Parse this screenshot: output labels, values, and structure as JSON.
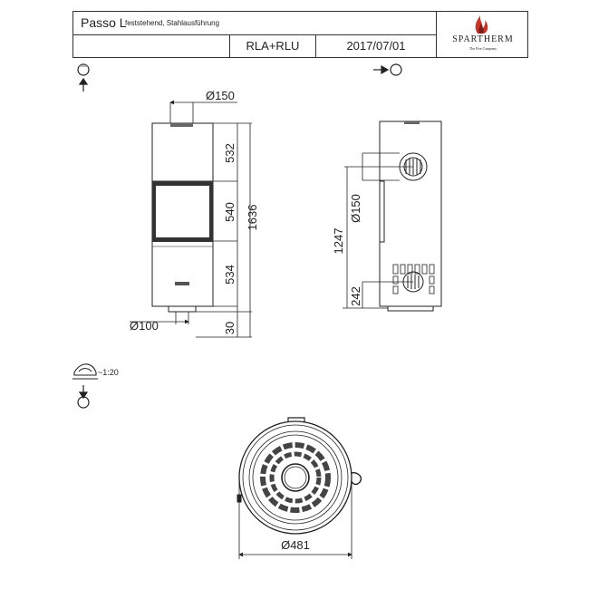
{
  "title_block": {
    "model": "Passo L",
    "subtitle": "feststehend, Stahlausführung",
    "variant": "RLA+RLU",
    "date": "2017/07/01",
    "brand": "SPARTHERM",
    "tagline": "The Fire Company"
  },
  "dimensions": {
    "top_pipe_diameter": "Ø150",
    "bottom_pipe_diameter": "Ø100",
    "upper_height": "532",
    "door_height": "540",
    "lower_height": "534",
    "total_height": "1636",
    "base_height": "30",
    "side_pipe_diameter": "Ø150",
    "side_pipe_height": "1247",
    "side_lower_height": "242",
    "plan_diameter": "Ø481"
  },
  "scale": "~1:20",
  "icons": {
    "front_view": "front-view-symbol-icon",
    "side_view": "side-view-symbol-icon",
    "top_view": "top-view-symbol-icon",
    "scale": "scale-hand-icon"
  }
}
